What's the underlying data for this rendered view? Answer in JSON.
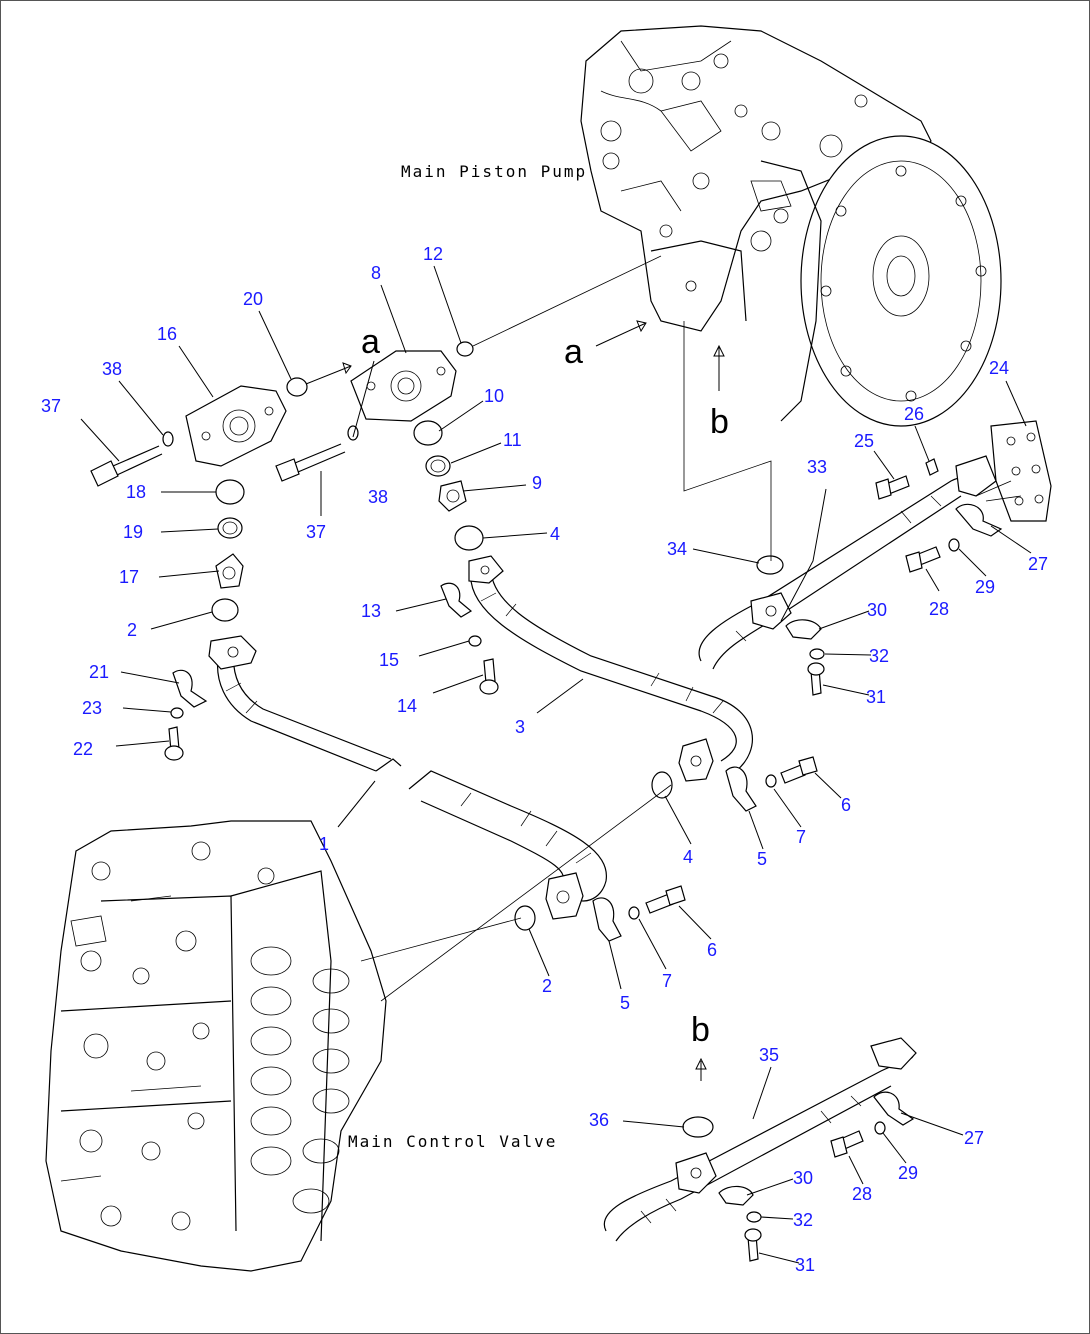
{
  "labels": {
    "main_piston_pump": "Main Piston Pump",
    "main_control_valve": "Main Control Valve"
  },
  "view_letters": [
    "a",
    "a",
    "b",
    "b"
  ],
  "part_numbers": [
    "1",
    "2",
    "2",
    "3",
    "4",
    "4",
    "5",
    "5",
    "6",
    "6",
    "7",
    "7",
    "8",
    "9",
    "10",
    "11",
    "12",
    "13",
    "14",
    "15",
    "16",
    "17",
    "18",
    "19",
    "20",
    "21",
    "22",
    "23",
    "24",
    "25",
    "26",
    "27",
    "27",
    "28",
    "28",
    "29",
    "29",
    "30",
    "30",
    "31",
    "31",
    "32",
    "32",
    "33",
    "34",
    "35",
    "36",
    "37",
    "37",
    "38",
    "38"
  ],
  "colors": {
    "callout": "#1a1aff",
    "line": "#000000",
    "background": "#ffffff"
  }
}
